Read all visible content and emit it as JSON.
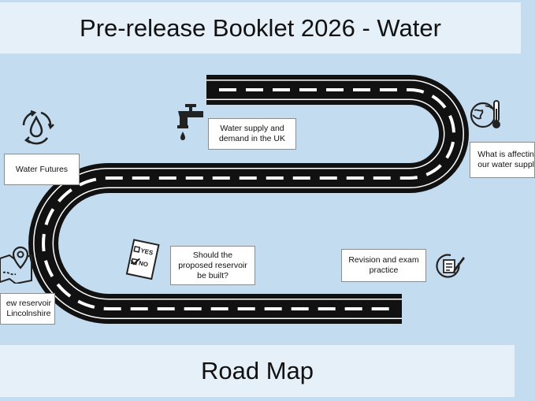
{
  "header": {
    "title": "Pre-release Booklet 2026 - Water"
  },
  "footer": {
    "title": "Road Map"
  },
  "stops": {
    "water_futures": "Water Futures",
    "supply_demand": "Water supply and\ndemand in the UK",
    "affecting": "What is affectin\nour water suppl",
    "new_reservoir": "ew reservoir\nLincolnshire",
    "should_build": "Should the\nproposed reservoir\nbe built?",
    "revision": "Revision and exam\npractice"
  },
  "checklist": {
    "yes": "YES",
    "no": "NO"
  },
  "colors": {
    "background": "#c4dcf0",
    "road": "#111111",
    "panel": "#e6f0f8"
  }
}
